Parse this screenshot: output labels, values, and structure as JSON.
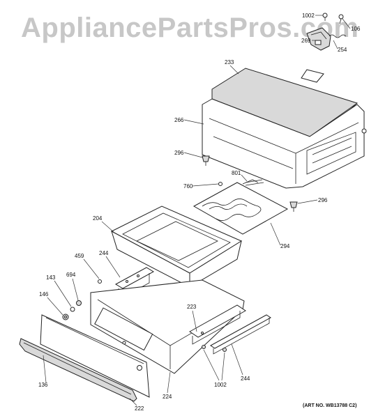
{
  "watermark": "AppliancePartsPros.com",
  "art_number": "(ART NO. WB13788 C2)",
  "callouts": [
    {
      "id": "c1002a",
      "label": "1002"
    },
    {
      "id": "c106",
      "label": "106"
    },
    {
      "id": "c269",
      "label": "269"
    },
    {
      "id": "c254",
      "label": "254"
    },
    {
      "id": "c233",
      "label": "233"
    },
    {
      "id": "c266",
      "label": "266"
    },
    {
      "id": "c296a",
      "label": "296"
    },
    {
      "id": "c801",
      "label": "801"
    },
    {
      "id": "c760",
      "label": "760"
    },
    {
      "id": "c296b",
      "label": "296"
    },
    {
      "id": "c204",
      "label": "204"
    },
    {
      "id": "c294",
      "label": "294"
    },
    {
      "id": "c459",
      "label": "459"
    },
    {
      "id": "c244a",
      "label": "244"
    },
    {
      "id": "c143",
      "label": "143"
    },
    {
      "id": "c694",
      "label": "694"
    },
    {
      "id": "c146",
      "label": "146"
    },
    {
      "id": "c223",
      "label": "223"
    },
    {
      "id": "c136",
      "label": "136"
    },
    {
      "id": "c222",
      "label": "222"
    },
    {
      "id": "c224",
      "label": "224"
    },
    {
      "id": "c1002b",
      "label": "1002"
    },
    {
      "id": "c244b",
      "label": "244"
    }
  ]
}
